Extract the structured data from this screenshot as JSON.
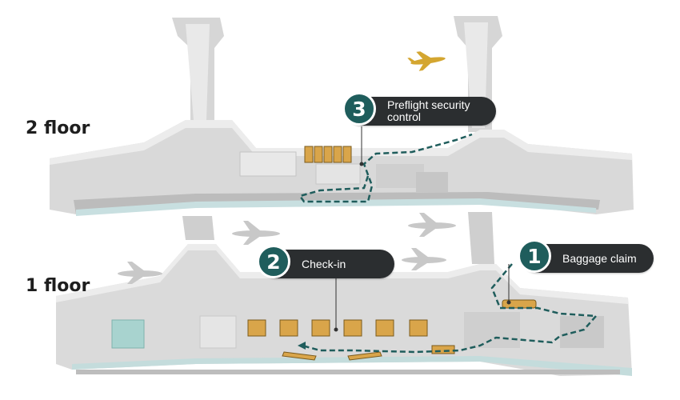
{
  "floors": {
    "upper": "2 floor",
    "lower": "1 floor"
  },
  "steps": [
    {
      "number": "1",
      "label": "Baggage claim"
    },
    {
      "number": "2",
      "label": "Check-in"
    },
    {
      "number": "3",
      "label": "Preflight security\ncontrol"
    }
  ],
  "colors": {
    "route": "#1f5d5c",
    "marker_fill": "#1f5d5c",
    "callout_bg": "#2b2e30",
    "counter": "#d9a54a",
    "arrival_plane": "#d4a630",
    "building": "#dcdcdc"
  }
}
